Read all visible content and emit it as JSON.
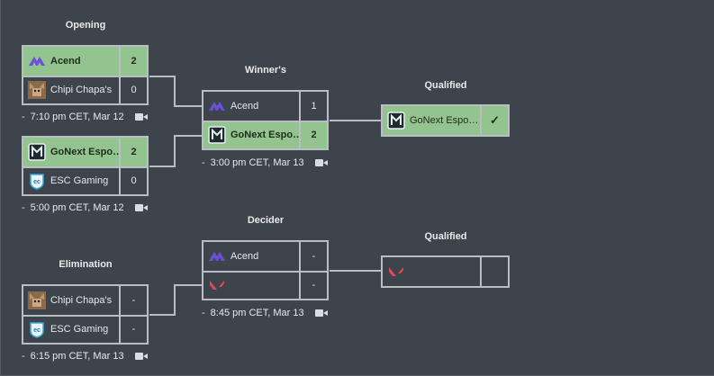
{
  "stages": {
    "opening": "Opening",
    "winners": "Winner's",
    "qualified_top": "Qualified",
    "decider": "Decider",
    "elimination": "Elimination",
    "qualified_bottom": "Qualified"
  },
  "teams": {
    "acend": "Acend",
    "chipi": "Chipi Chapa's",
    "gonext": "GoNext Espo…",
    "esc": "ESC Gaming",
    "valorant": ""
  },
  "matches": {
    "opening1": {
      "t1": "Acend",
      "s1": "2",
      "t2": "Chipi Chapa's",
      "s2": "0",
      "time": "7:10 pm CET, Mar 12"
    },
    "opening2": {
      "t1": "GoNext Espo…",
      "s1": "2",
      "t2": "ESC Gaming",
      "s2": "0",
      "time": "5:00 pm CET, Mar 12"
    },
    "winners": {
      "t1": "Acend",
      "s1": "1",
      "t2": "GoNext Espo…",
      "s2": "2",
      "time": "3:00 pm CET, Mar 13"
    },
    "decider": {
      "t1": "Acend",
      "s1": "-",
      "t2": "",
      "s2": "-",
      "time": "8:45 pm CET, Mar 13"
    },
    "elimination": {
      "t1": "Chipi Chapa's",
      "s1": "-",
      "t2": "ESC Gaming",
      "s2": "-",
      "time": "6:15 pm CET, Mar 13"
    }
  },
  "qualified": {
    "top": {
      "name": "GoNext Espo…",
      "mark": "✓"
    },
    "bottom": {
      "name": "",
      "mark": ""
    }
  },
  "dash": "-",
  "colors": {
    "win": "#93c48f",
    "bg": "#3e444c",
    "border": "#b9bec3",
    "acend": "#6b4fd8",
    "valorant": "#e0495a"
  },
  "icons": [
    "acend-logo-icon",
    "chipi-chapas-logo-icon",
    "gonext-logo-icon",
    "esc-gaming-logo-icon",
    "valorant-logo-icon",
    "video-camera-icon",
    "checkmark-icon"
  ]
}
